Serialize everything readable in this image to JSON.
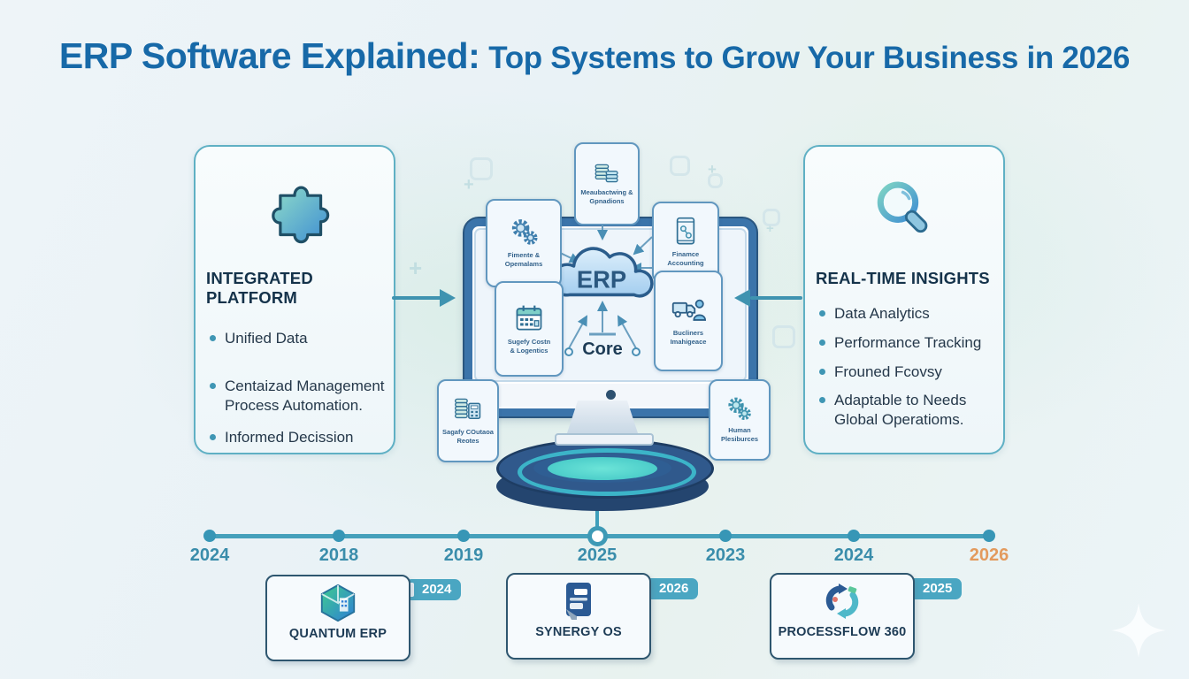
{
  "title": {
    "main": "ERP Software Explained:",
    "sub": "Top Systems to Grow Your Business  in 2026"
  },
  "left_panel": {
    "heading": "INTEGRATED PLATFORM",
    "bullets": [
      "Unified Data",
      "Centaizad Management\nProcess Automation.",
      "Informed Decission"
    ]
  },
  "right_panel": {
    "heading": "REAL-TIME INSIGHTS",
    "bullets": [
      "Data Analytics",
      "Performance Tracking",
      "Frouned Fcovsy",
      "Adaptable to Needs\nGlobal Operatioms."
    ]
  },
  "diagram": {
    "cloud_label": "ERP",
    "core_label": "Core",
    "module_top": "Meaubactwing &\nGpnadions",
    "module_top_left": "Fimente &\nOpemalams",
    "module_top_right": "Finamce\nAccounting",
    "module_bottom_left": "Sugefy Costn\n& Logentics",
    "module_bottom_right": "Bucliners\nImahigeace",
    "module_outer_left": "Sagafy COutaoa\nReotes",
    "module_outer_right": "Human\nPlesiburces"
  },
  "timeline": {
    "years": [
      "2024",
      "2018",
      "2019",
      "2025",
      "2023",
      "2024",
      "2026"
    ],
    "highlight_year": "2026"
  },
  "products": [
    {
      "name": "QUANTUM ERP",
      "badge": "2024"
    },
    {
      "name": "SYNERGY OS",
      "badge": "2026"
    },
    {
      "name": "PROCESSFLOW 360",
      "badge": "2025"
    }
  ],
  "colors": {
    "title_blue": "#1769a8",
    "accent_teal": "#45a0bb",
    "badge_teal": "#4aa6c2",
    "highlight_orange": "#e39a5d",
    "navy": "#2e566f"
  }
}
